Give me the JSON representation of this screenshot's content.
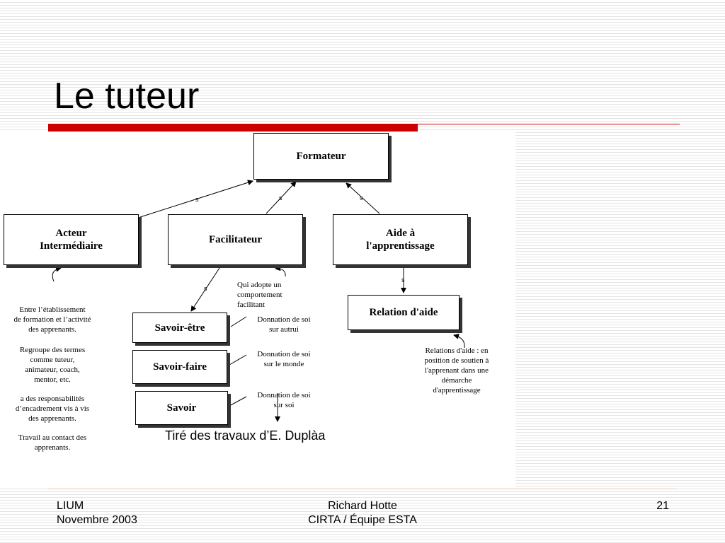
{
  "title": "Le tuteur",
  "diagram": {
    "formateur": "Formateur",
    "acteur": [
      "Acteur",
      "Intermédiaire"
    ],
    "facilitateur": "Facilitateur",
    "aide": [
      "Aide à",
      "l'apprentissage"
    ],
    "relation": "Relation d'aide",
    "savoir_etre": "Savoir-être",
    "savoir_faire": "Savoir-faire",
    "savoir": "Savoir",
    "s_label": "s",
    "facilitateur_note": [
      "Qui adopte un",
      "comportement",
      "facilitant"
    ],
    "donnation_autrui": [
      "Donnation de soi",
      "sur autrui"
    ],
    "donnation_monde": [
      "Donnation de soi",
      "sur le monde"
    ],
    "donnation_soi": [
      "Donnation de soi",
      "sur soi"
    ],
    "relation_note": [
      "Relations d'aide : en",
      "position de soutien à",
      "l'apprenant dans une",
      "démarche",
      "d'apprentissage"
    ],
    "acteur_notes": [
      [
        "Entre l’établissement",
        "de formation et l’activité",
        "des apprenants."
      ],
      [
        "Regroupe des termes",
        "comme tuteur,",
        "animateur, coach,",
        "mentor, etc."
      ],
      [
        "a des responsabilités",
        "d’encadrement vis à vis",
        "des apprenants."
      ],
      [
        "Travail au contact des",
        "apprenants."
      ]
    ]
  },
  "citation": "Tiré des travaux d’E. Duplàa",
  "footer": {
    "left": [
      "LIUM",
      "Novembre 2003"
    ],
    "center": [
      "Richard Hotte",
      "CIRTA / Équipe ESTA"
    ],
    "page_number": "21"
  }
}
